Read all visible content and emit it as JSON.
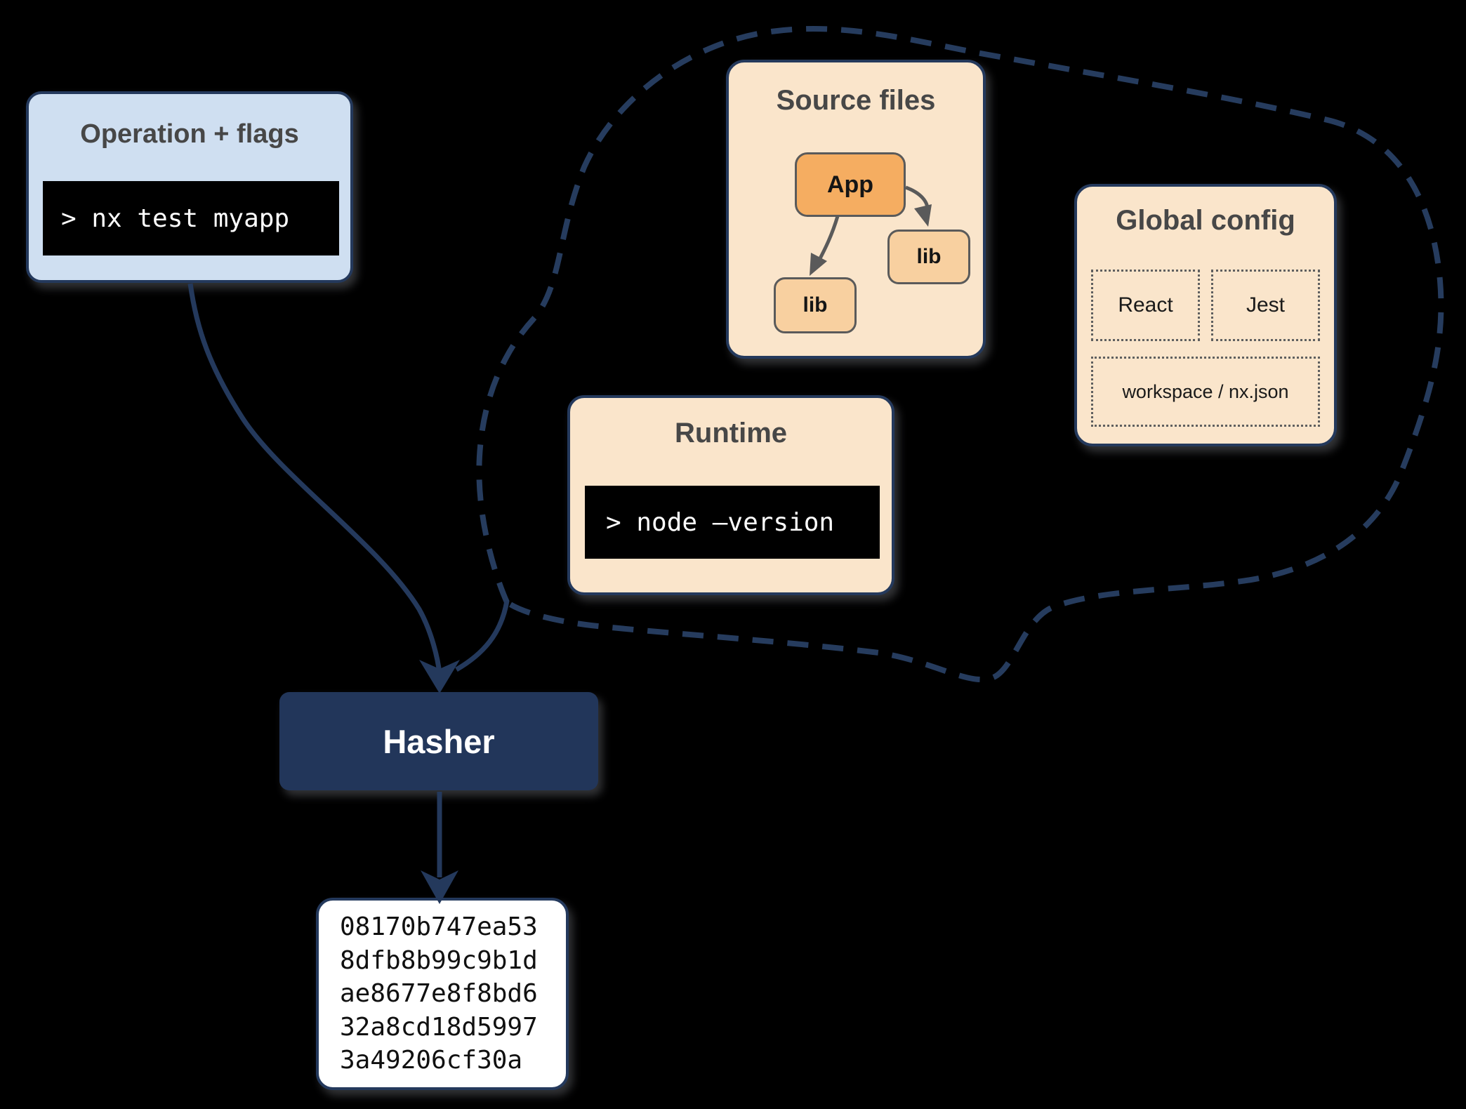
{
  "colors": {
    "background": "#000000",
    "navy": "#24395c",
    "hasher_fill": "#22365a",
    "blue_panel": "#cfdff1",
    "peach_panel": "#fae5cb",
    "app_node": "#f5ad61",
    "lib_node": "#f8d0a0",
    "terminal_bg": "#000000",
    "terminal_text": "#ffffff",
    "title_text": "#474747",
    "gray_stroke": "#5a5a5a"
  },
  "operation_box": {
    "title": "Operation + flags",
    "command": "> nx test myapp"
  },
  "source_files": {
    "title": "Source files",
    "app_label": "App",
    "lib_right_label": "lib",
    "lib_left_label": "lib"
  },
  "runtime": {
    "title": "Runtime",
    "command": "> node –version"
  },
  "global_config": {
    "title": "Global config",
    "items": [
      "React",
      "Jest",
      "workspace / nx.json"
    ]
  },
  "hasher": {
    "label": "Hasher"
  },
  "hash_output": {
    "lines": [
      "08170b747ea53",
      "8dfb8b99c9b1d",
      "ae8677e8f8bd6",
      "32a8cd18d5997",
      "3a49206cf30a"
    ]
  }
}
